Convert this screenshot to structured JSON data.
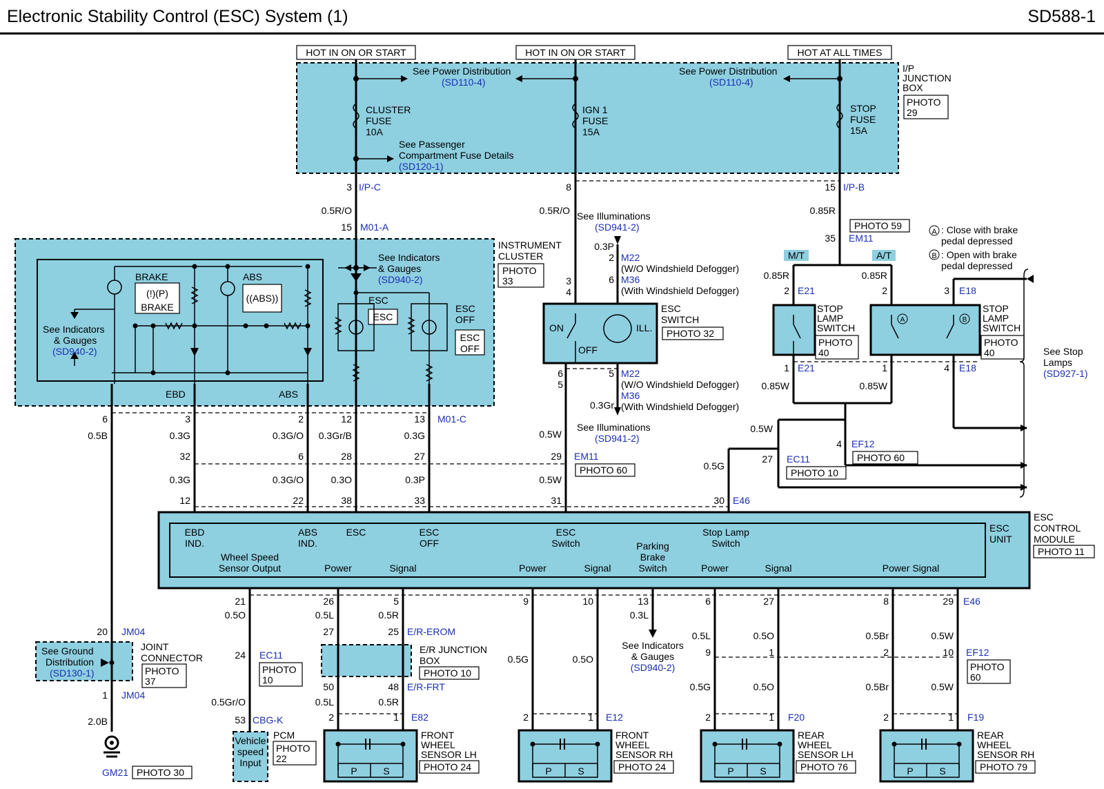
{
  "title": "Electronic Stability Control (ESC) System (1)",
  "code": "SD588-1",
  "power_sources": {
    "hot_ign_1": "HOT IN ON OR START",
    "hot_ign_2": "HOT IN ON OR START",
    "hot_always": "HOT AT ALL TIMES"
  },
  "junction_box": {
    "label_1": "I/P",
    "label_2": "JUNCTION",
    "label_3": "BOX",
    "photo_1": "PHOTO",
    "photo_2": "29",
    "see_pd_left": "See Power Distribution",
    "see_pd_left_ref": "(SD110-4)",
    "see_pd_right": "See Power Distribution",
    "see_pd_right_ref": "(SD110-4)",
    "cluster_fuse": [
      "CLUSTER",
      "FUSE",
      "10A"
    ],
    "ign_fuse": [
      "IGN 1",
      "FUSE",
      "15A"
    ],
    "stop_fuse": [
      "STOP",
      "FUSE",
      "15A"
    ],
    "see_pass_1": "See Passenger",
    "see_pass_2": "Compartment Fuse Details",
    "see_pass_ref": "(SD120-1)"
  },
  "connectors": {
    "c3": "3",
    "ipc": "I/P-C",
    "c8": "8",
    "c15": "15",
    "ipb": "I/P-B",
    "w_05ro_1": "0.5R/O",
    "w_05ro_2": "0.5R/O",
    "w_085r": "0.85R",
    "c15b": "15",
    "m01a": "M01-A",
    "c35": "35",
    "em11a": "EM11",
    "photo59": "PHOTO 59"
  },
  "illum_top": {
    "see": "See Illuminations",
    "ref": "(SD941-2)",
    "w": "0.3P",
    "n2": "2",
    "m22": "M22",
    "m22_note": "(W/O Windshield Defogger)",
    "n6": "6",
    "m36": "M36",
    "m36_note": "(With Windshield Defogger)"
  },
  "switch_notes": {
    "a_text_1": ": Close with brake",
    "a_text_2": "pedal depressed",
    "b_text_1": ": Open with brake",
    "b_text_2": "pedal depressed",
    "a": "A",
    "b": "B"
  },
  "cluster": {
    "label_1": "INSTRUMENT",
    "label_2": "CLUSTER",
    "photo_1": "PHOTO",
    "photo_2": "33",
    "brake": "BRAKE",
    "brake_sym": "(!)(P)",
    "brake_word": "BRAKE",
    "abs": "ABS",
    "abs_sym": "((ABS))",
    "see_ind_1": "See Indicators",
    "see_ind_2": "& Gauges",
    "see_ind_ref": "(SD940-2)",
    "see_ind_r1": "See Indicators",
    "see_ind_r2": "& Gauges",
    "see_ind_rref": "(SD940-2)",
    "esc": "ESC",
    "esc_box": "ESC",
    "esc_off_1": "ESC",
    "esc_off_2": "OFF",
    "esc_off_box_1": "ESC",
    "esc_off_box_2": "OFF",
    "ebd": "EBD",
    "abs_lbl": "ABS"
  },
  "cluster_pins": {
    "p6": "6",
    "w_05b": "0.5B",
    "p3": "3",
    "p2": "2",
    "p12": "12",
    "p13": "13",
    "m01c": "M01-C",
    "w1": "0.3G",
    "w2": "0.3G/O",
    "w3": "0.3Gr/B",
    "w4": "0.3G",
    "j32": "32",
    "j6": "6",
    "j28": "28",
    "j27": "27",
    "j29": "29",
    "em11": "EM11",
    "photo60": "PHOTO 60",
    "w5": "0.3G",
    "w6": "0.3G/O",
    "w7": "0.3O",
    "w8": "0.3P",
    "w9": "0.5W",
    "e12": "12",
    "e22": "22",
    "e38": "38",
    "e33": "33",
    "e31": "31",
    "e30": "30",
    "e46": "E46"
  },
  "esc_switch": {
    "label_1": "ESC",
    "label_2": "SWITCH",
    "photo": "PHOTO 32",
    "on": "ON",
    "off": "OFF",
    "ill": "ILL.",
    "p3": "3",
    "p4": "4",
    "p6": "6",
    "p5": "5",
    "n5": "5",
    "m22": "M22",
    "m22_note": "(W/O Windshield Defogger)",
    "m36": "M36",
    "m36_note": "(With Windshield Defogger)",
    "w_03gr": "0.3Gr",
    "w_05w": "0.5W",
    "see": "See Illuminations",
    "ref": "(SD941-2)"
  },
  "stop_lamp": {
    "mt": "M/T",
    "at": "A/T",
    "w1": "0.85R",
    "w2": "0.85R",
    "p2a": "2",
    "e21a": "E21",
    "p2b": "2",
    "p3": "3",
    "e18a": "E18",
    "label_1": "STOP",
    "label_2": "LAMP",
    "label_3": "SWITCH",
    "photo_1": "PHOTO",
    "photo_2": "40",
    "label_r1": "STOP",
    "label_r2": "LAMP",
    "label_r3": "SWITCH",
    "photo_r1": "PHOTO",
    "photo_r2": "40",
    "p1a": "1",
    "e21b": "E21",
    "p1b": "1",
    "p4": "4",
    "e18b": "E18",
    "w3": "0.85W",
    "w4": "0.85W",
    "see_stop_1": "See Stop",
    "see_stop_2": "Lamps",
    "see_stop_ref": "(SD927-1)",
    "w5": "0.5W",
    "p4b": "4",
    "ef12": "EF12",
    "photo60": "PHOTO 60",
    "w6": "0.5G",
    "p27": "27",
    "ec11": "EC11",
    "photo10": "PHOTO 10"
  },
  "esc_module": {
    "unit_1": "ESC",
    "unit_2": "UNIT",
    "mod_1": "ESC",
    "mod_2": "CONTROL",
    "mod_3": "MODULE",
    "photo": "PHOTO 11",
    "ebd_1": "EBD",
    "ebd_2": "IND.",
    "abs_1": "ABS",
    "abs_2": "IND.",
    "esc": "ESC",
    "escoff_1": "ESC",
    "escoff_2": "OFF",
    "escsw_1": "ESC",
    "escsw_2": "Switch",
    "stoplamp_1": "Stop Lamp",
    "stoplamp_2": "Switch",
    "wss_1": "Wheel Speed",
    "wss_2": "Sensor Output",
    "power_1": "Power",
    "signal_1": "Signal",
    "power_2": "Power",
    "signal_2": "Signal",
    "parking_1": "Parking",
    "parking_2": "Brake",
    "parking_3": "Switch",
    "power_3": "Power",
    "signal_3": "Signal",
    "power_signal": "Power Signal"
  },
  "bottom": {
    "p21": "21",
    "w_05o": "0.5O",
    "p26": "26",
    "w_05l": "0.5L",
    "p5": "5",
    "w_05r": "0.5R",
    "p9": "9",
    "p10": "10",
    "p13": "13",
    "w_03l": "0.3L",
    "p6": "6",
    "p27": "27",
    "p8": "8",
    "p29": "29",
    "e46": "E46",
    "jm04a": "JM04",
    "p20": "20",
    "jm04b": "JM04",
    "p1": "1",
    "see_ground_1": "See Ground",
    "see_ground_2": "Distribution",
    "see_ground_ref": "(SD130-1)",
    "joint_1": "JOINT",
    "joint_2": "CONNECTOR",
    "joint_photo_1": "PHOTO",
    "joint_photo_2": "37",
    "w_20b": "2.0B",
    "gm21": "GM21",
    "photo30": "PHOTO 30",
    "p24": "24",
    "ec11": "EC11",
    "photo10_1": "PHOTO",
    "photo10_2": "10",
    "w_05gro": "0.5Gr/O",
    "p53": "53",
    "cbgk": "CBG-K",
    "vss_1": "Vehicle",
    "vss_2": "speed",
    "vss_3": "Input",
    "pcm": "PCM",
    "pcm_photo_1": "PHOTO",
    "pcm_photo_2": "22",
    "p27b": "27",
    "p25": "25",
    "erom": "E/R-EROM",
    "erjb_1": "E/R JUNCTION",
    "erjb_2": "BOX",
    "erjb_photo": "PHOTO 10",
    "p50": "50",
    "p48": "48",
    "erfrt": "E/R-FRT",
    "w_05l2": "0.5L",
    "w_05r2": "0.5R",
    "fl_p2": "2",
    "fl_p1": "1",
    "e82": "E82",
    "fl_1": "FRONT",
    "fl_2": "WHEEL",
    "fl_3": "SENSOR LH",
    "fl_photo": "PHOTO 24",
    "w_05g_a": "0.5G",
    "w_05o_a": "0.5O",
    "fr_p2": "2",
    "fr_p1": "1",
    "e12": "E12",
    "fr_1": "FRONT",
    "fr_2": "WHEEL",
    "fr_3": "SENSOR RH",
    "fr_photo": "PHOTO 24",
    "see_ind_1": "See Indicators",
    "see_ind_2": "& Gauges",
    "see_ind_ref": "(SD940-2)",
    "w_05l3": "0.5L",
    "j9": "9",
    "w_05o3": "0.5O",
    "j1": "1",
    "w_05g3": "0.5G",
    "w_05o4": "0.5O",
    "rl_p2": "2",
    "rl_p1": "1",
    "f20": "F20",
    "rl_1": "REAR",
    "rl_2": "WHEEL",
    "rl_3": "SENSOR LH",
    "rl_photo": "PHOTO 76",
    "w_05br": "0.5Br",
    "j2": "2",
    "w_05w": "0.5W",
    "j10": "10",
    "ef12": "EF12",
    "ef_photo_1": "PHOTO",
    "ef_photo_2": "60",
    "w_05br2": "0.5Br",
    "w_05w2": "0.5W",
    "rr_p2": "2",
    "rr_p1": "1",
    "f19": "F19",
    "rr_1": "REAR",
    "rr_2": "WHEEL",
    "rr_3": "SENSOR RH",
    "rr_photo": "PHOTO 79",
    "ps": "P",
    "ss": "S"
  }
}
